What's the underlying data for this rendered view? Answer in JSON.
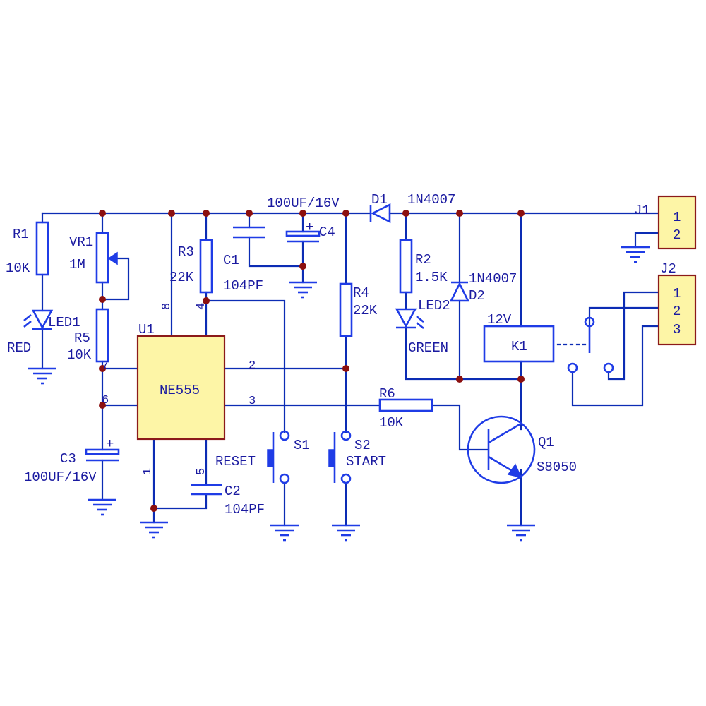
{
  "labels": {
    "r1_ref": "R1",
    "r1_val": "10K",
    "vr1_ref": "VR1",
    "vr1_val": "1M",
    "r5_ref": "R5",
    "r5_val": "10K",
    "led1_ref": "LED1",
    "led1_color": "RED",
    "r3_ref": "R3",
    "r3_val": "22K",
    "c1_ref": "C1",
    "c1_val": "104PF",
    "c4_ref": "C4",
    "c4_val": "100UF/16V",
    "d1_ref": "D1",
    "d1_val": "1N4007",
    "r2_ref": "R2",
    "r2_val": "1.5K",
    "d2_ref": "D2",
    "d2_val": "1N4007",
    "led2_ref": "LED2",
    "led2_color": "GREEN",
    "r4_ref": "R4",
    "r4_val": "22K",
    "u1_ref": "U1",
    "u1_val": "NE555",
    "c3_ref": "C3",
    "c3_val": "100UF/16V",
    "c2_ref": "C2",
    "c2_val": "104PF",
    "s1_ref": "S1",
    "s1_name": "RESET",
    "s2_ref": "S2",
    "s2_name": "START",
    "r6_ref": "R6",
    "r6_val": "10K",
    "q1_ref": "Q1",
    "q1_val": "S8050",
    "k1_ref": "K1",
    "k1_volt": "12V",
    "j1_ref": "J1",
    "j2_ref": "J2",
    "pin_8": "8",
    "pin_4": "4",
    "pin_7": "7",
    "pin_6": "6",
    "pin_2": "2",
    "pin_3": "3",
    "pin_1": "1",
    "pin_5": "5",
    "j1_pin1": "1",
    "j1_pin2": "2",
    "j2_pin1": "1",
    "j2_pin2": "2",
    "j2_pin3": "3",
    "c4_plus": "+",
    "c3_plus": "+"
  },
  "colors": {
    "wire": "#0c2cb4",
    "component": "#1f3ce6",
    "junction": "#8b1010",
    "ic_fill": "#fdf5a6",
    "ic_border": "#8b1a1a",
    "text": "#1a1aa0"
  }
}
